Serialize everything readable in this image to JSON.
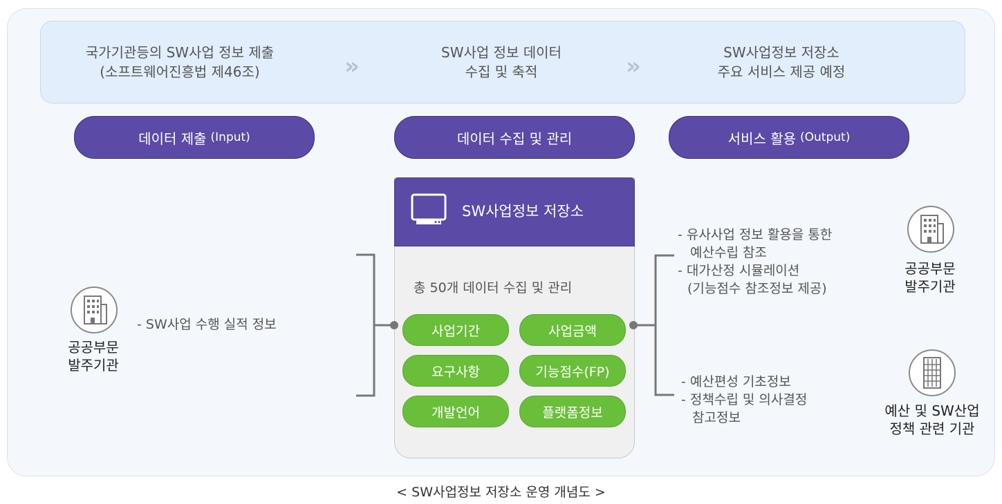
{
  "banner": {
    "step1_line1": "국가기관등의 SW사업 정보 제출",
    "step1_line2": "(소프트웨어진흥법 제46조)",
    "step2_line1": "SW사업 정보 데이터",
    "step2_line2": "수집 및 축적",
    "step3_line1": "SW사업정보 저장소",
    "step3_line2": "주요 서비스 제공 예정",
    "chevron": "»"
  },
  "phases": {
    "input_main": "데이터 제출",
    "input_sub": "(Input)",
    "manage": "데이터 수집 및 관리",
    "output_main": "서비스 활용",
    "output_sub": "(Output)"
  },
  "repository": {
    "title": "SW사업정보 저장소",
    "total": "총 50개 데이터 수집 및 관리",
    "items": [
      "사업기간",
      "사업금액",
      "요구사항",
      "기능점수(FP)",
      "개발언어",
      "플랫폼정보"
    ],
    "icon": "monitor-icon"
  },
  "left": {
    "org_line1": "공공부문",
    "org_line2": "발주기관",
    "info": "- SW사업 수행 실적 정보",
    "icon": "building-icon"
  },
  "right_top": {
    "lines": [
      "- 유사사업 정보 활용을 통한",
      "예산수립 참조",
      "- 대가산정 시뮬레이션",
      "(기능점수 참조정보 제공)"
    ],
    "org_line1": "공공부문",
    "org_line2": "발주기관",
    "icon": "building-icon"
  },
  "right_bottom": {
    "lines": [
      "- 예산편성 기초정보",
      "- 정책수립 및 의사결정",
      "참고정보"
    ],
    "org_line1": "예산 및 SW산업",
    "org_line2": "정책 관련 기관",
    "icon": "tower-building-icon"
  },
  "caption": "< SW사업정보 저장소 운영 개념도 >",
  "colors": {
    "purple": "#5b4aa6",
    "green": "#6abf3a",
    "banner": "#e2eefb"
  }
}
